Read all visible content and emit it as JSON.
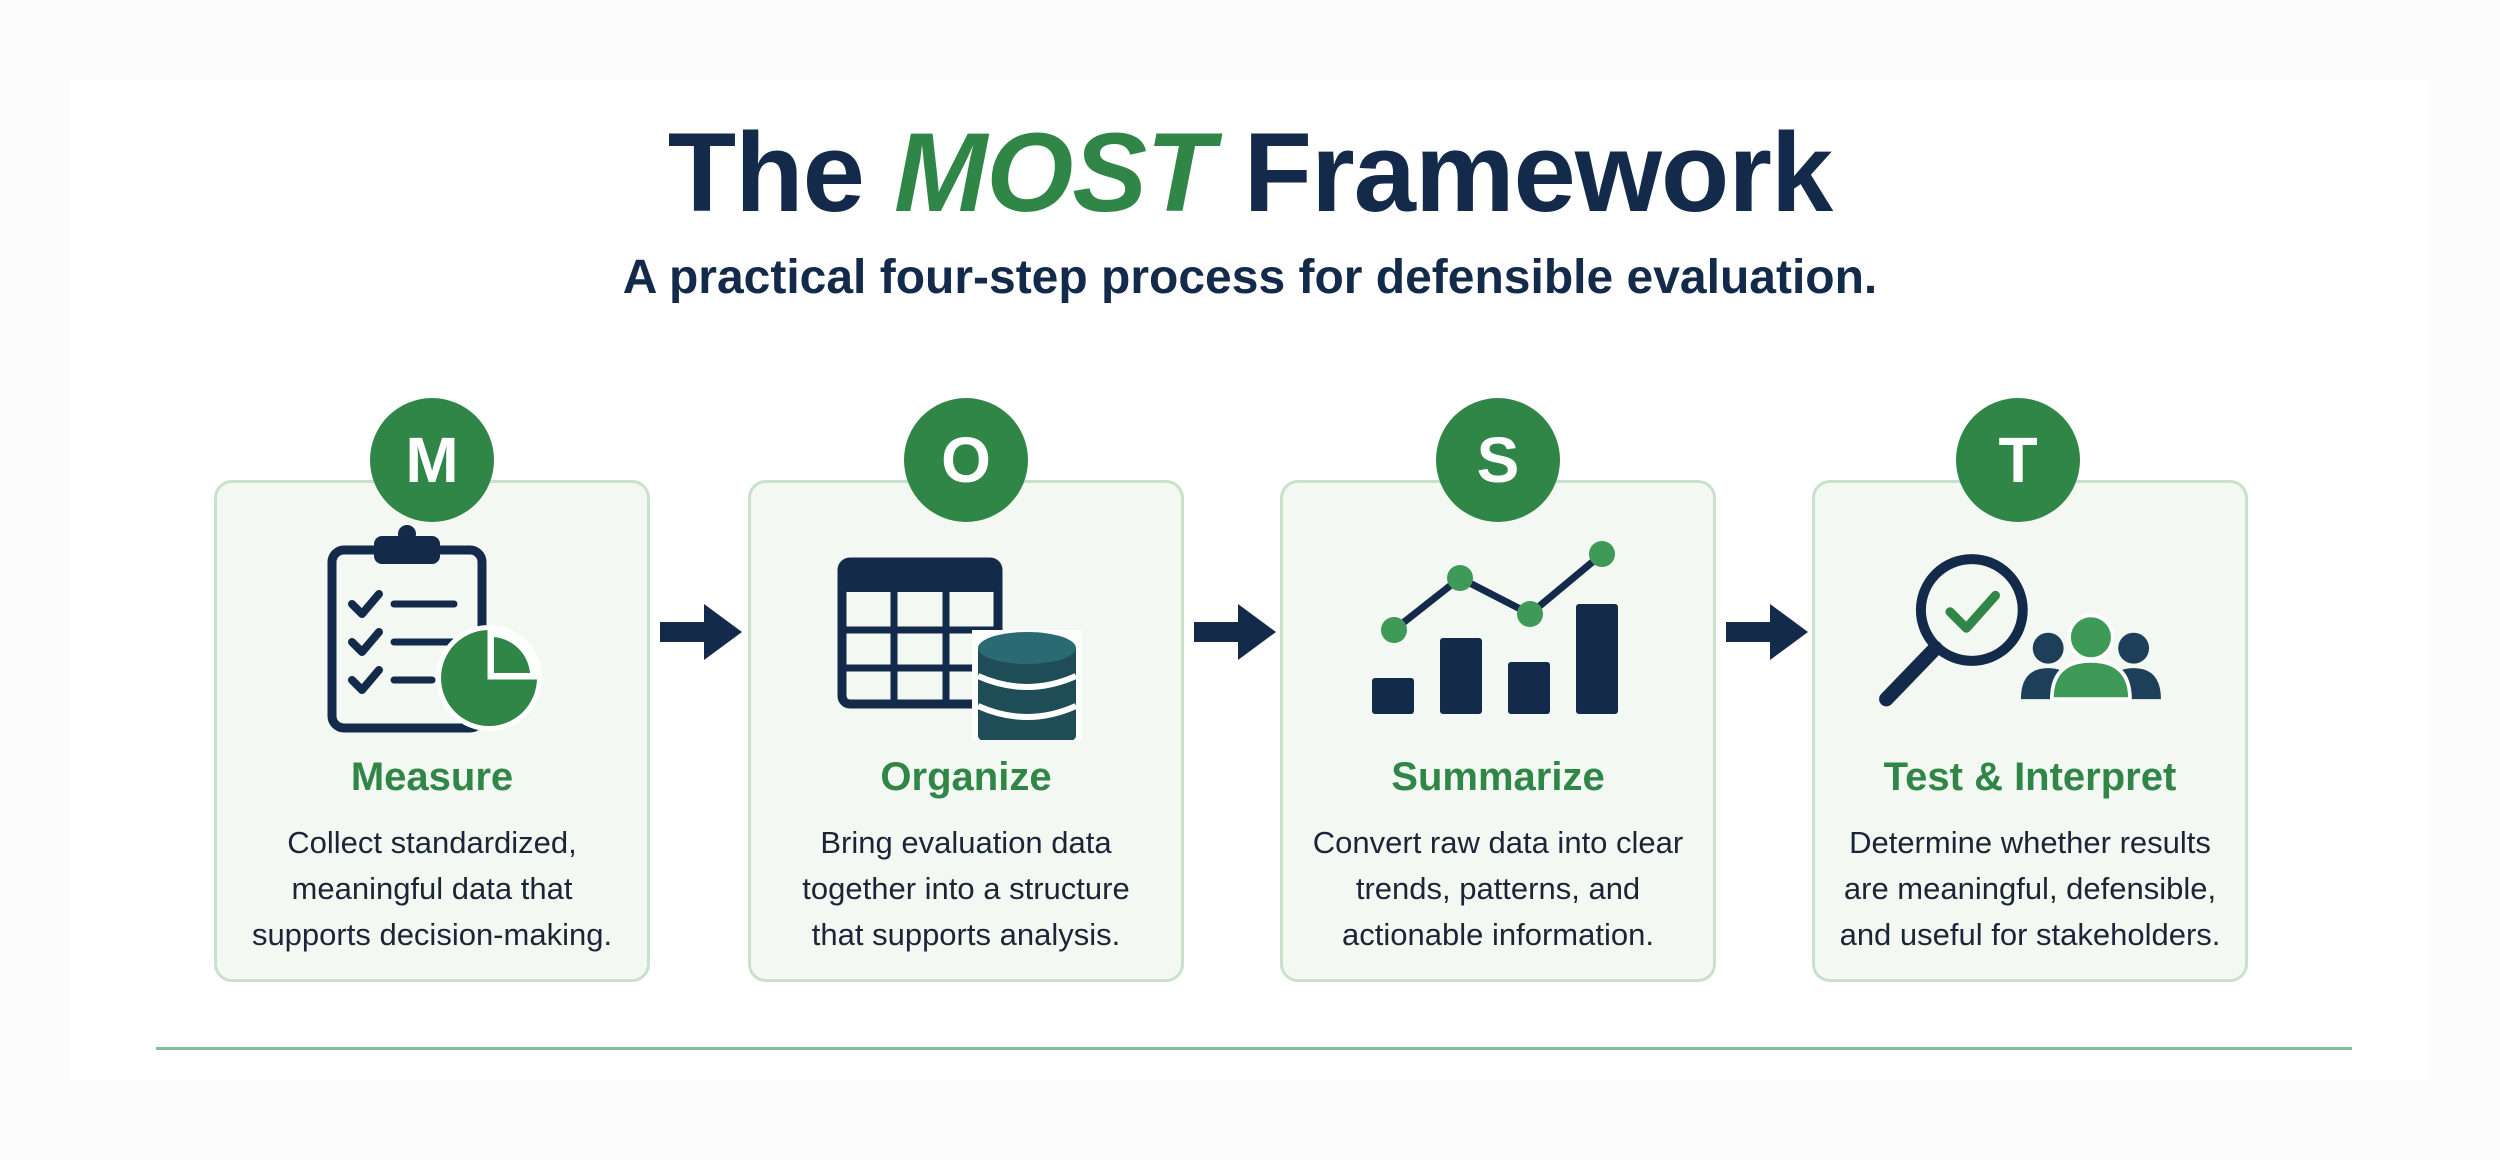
{
  "header": {
    "title_pre": "The ",
    "title_accent": "MOST",
    "title_post": " Framework",
    "subtitle": "A practical four-step process for defensible evaluation."
  },
  "steps": [
    {
      "letter": "M",
      "title": "Measure",
      "desc": [
        "Collect standardized,",
        "meaningful data that",
        "supports decision-making."
      ],
      "icon": "clipboard-checklist-pie-icon"
    },
    {
      "letter": "O",
      "title": "Organize",
      "desc": [
        "Bring evaluation data",
        "together into a structure",
        "that supports analysis."
      ],
      "icon": "table-database-icon"
    },
    {
      "letter": "S",
      "title": "Summarize",
      "desc": [
        "Convert raw data into clear",
        "trends, patterns, and",
        "actionable information."
      ],
      "icon": "bar-line-chart-icon"
    },
    {
      "letter": "T",
      "title": "Test & Interpret",
      "desc": [
        "Determine whether results",
        "are meaningful, defensible,",
        "and useful for stakeholders."
      ],
      "icon": "magnifier-check-people-icon"
    }
  ],
  "colors": {
    "navy": "#132a4a",
    "green": "#2f8646",
    "card_bg": "#f3f8f3",
    "card_border": "#c9e1cc"
  }
}
